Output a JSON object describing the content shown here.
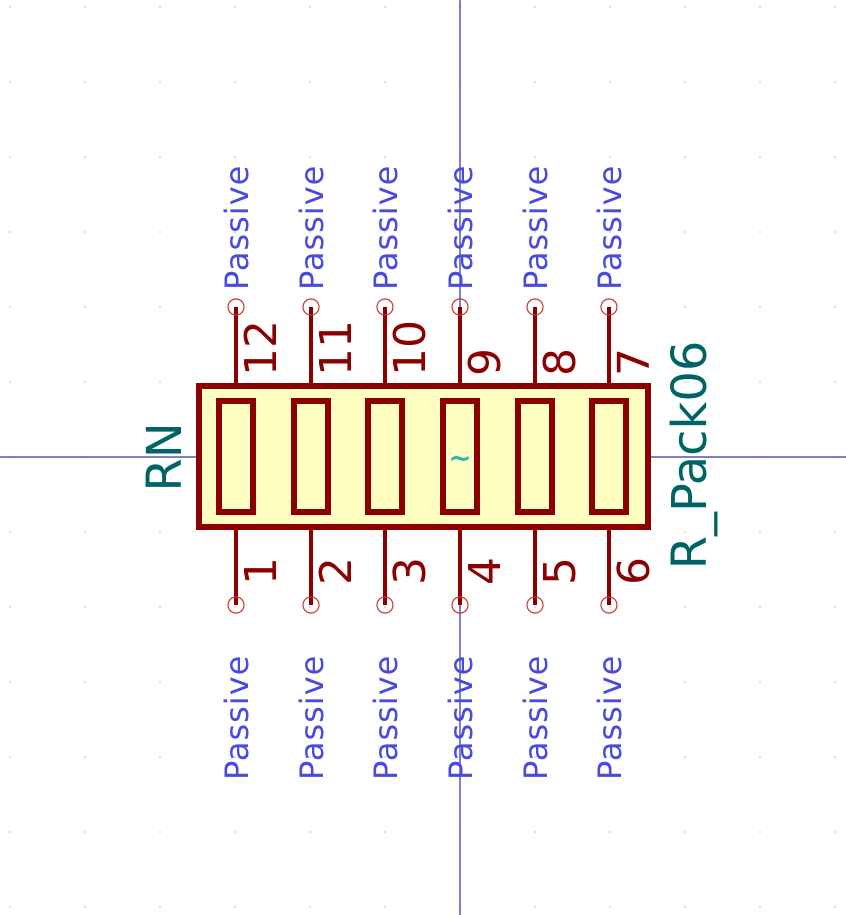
{
  "symbol": {
    "reference": "RN",
    "value": "R_Pack06",
    "center_marker": "~"
  },
  "pins_top": [
    {
      "number": "12",
      "type": "Passive"
    },
    {
      "number": "11",
      "type": "Passive"
    },
    {
      "number": "10",
      "type": "Passive"
    },
    {
      "number": "9",
      "type": "Passive"
    },
    {
      "number": "8",
      "type": "Passive"
    },
    {
      "number": "7",
      "type": "Passive"
    }
  ],
  "pins_bottom": [
    {
      "number": "1",
      "type": "Passive"
    },
    {
      "number": "2",
      "type": "Passive"
    },
    {
      "number": "3",
      "type": "Passive"
    },
    {
      "number": "4",
      "type": "Passive"
    },
    {
      "number": "5",
      "type": "Passive"
    },
    {
      "number": "6",
      "type": "Passive"
    }
  ],
  "colors": {
    "body_fill": "#ffffc2",
    "body_stroke": "#8b0000",
    "pin_number": "#8b0000",
    "pin_type": "#4a4ae0",
    "field_text": "#006464",
    "axis": "#00008b",
    "grid_dot": "#c8c8c8"
  }
}
